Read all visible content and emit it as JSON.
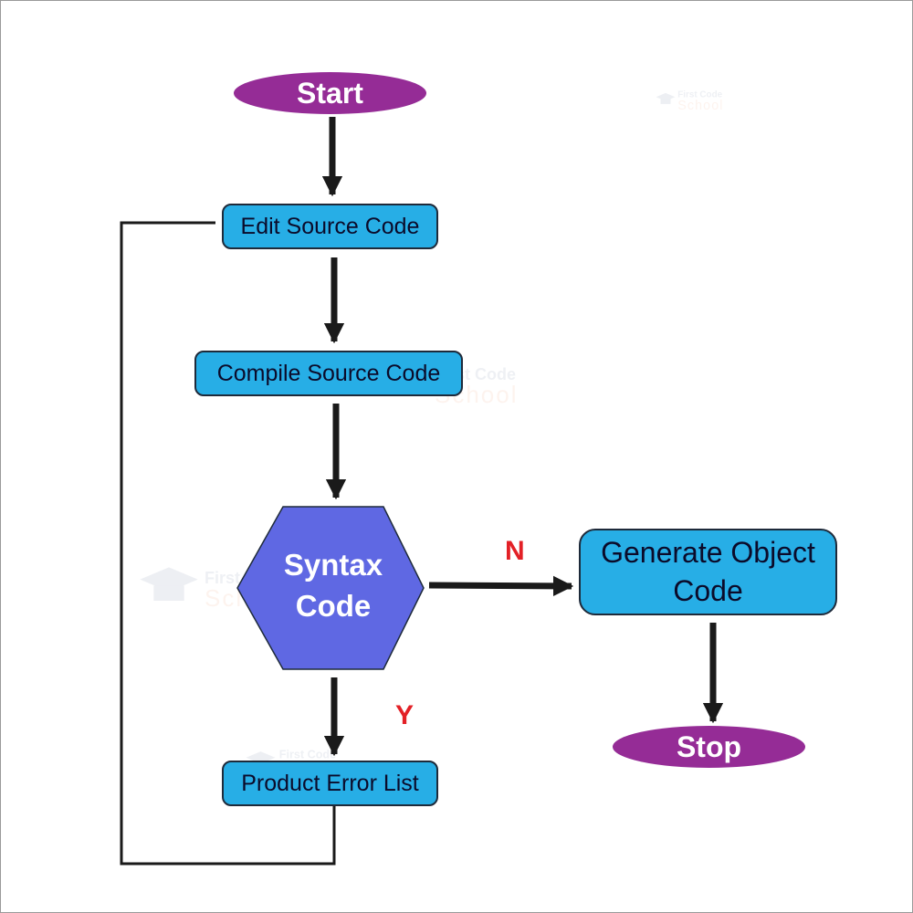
{
  "diagram": {
    "nodes": {
      "start": "Start",
      "edit": "Edit Source Code",
      "compile": "Compile Source Code",
      "decision_line1": "Syntax",
      "decision_line2": "Code",
      "generate_line1": "Generate Object",
      "generate_line2": "Code",
      "error_list": "Product Error List",
      "stop": "Stop"
    },
    "edge_labels": {
      "no": "N",
      "yes": "Y"
    },
    "colors": {
      "terminal": "#952c96",
      "process": "#27aee6",
      "decision": "#5f68e3",
      "edge_label": "#e32026",
      "connector": "#1a1a1a"
    }
  },
  "watermark": {
    "icon": "graduation-cap-icon",
    "line1": "First Code",
    "line2": "School"
  }
}
